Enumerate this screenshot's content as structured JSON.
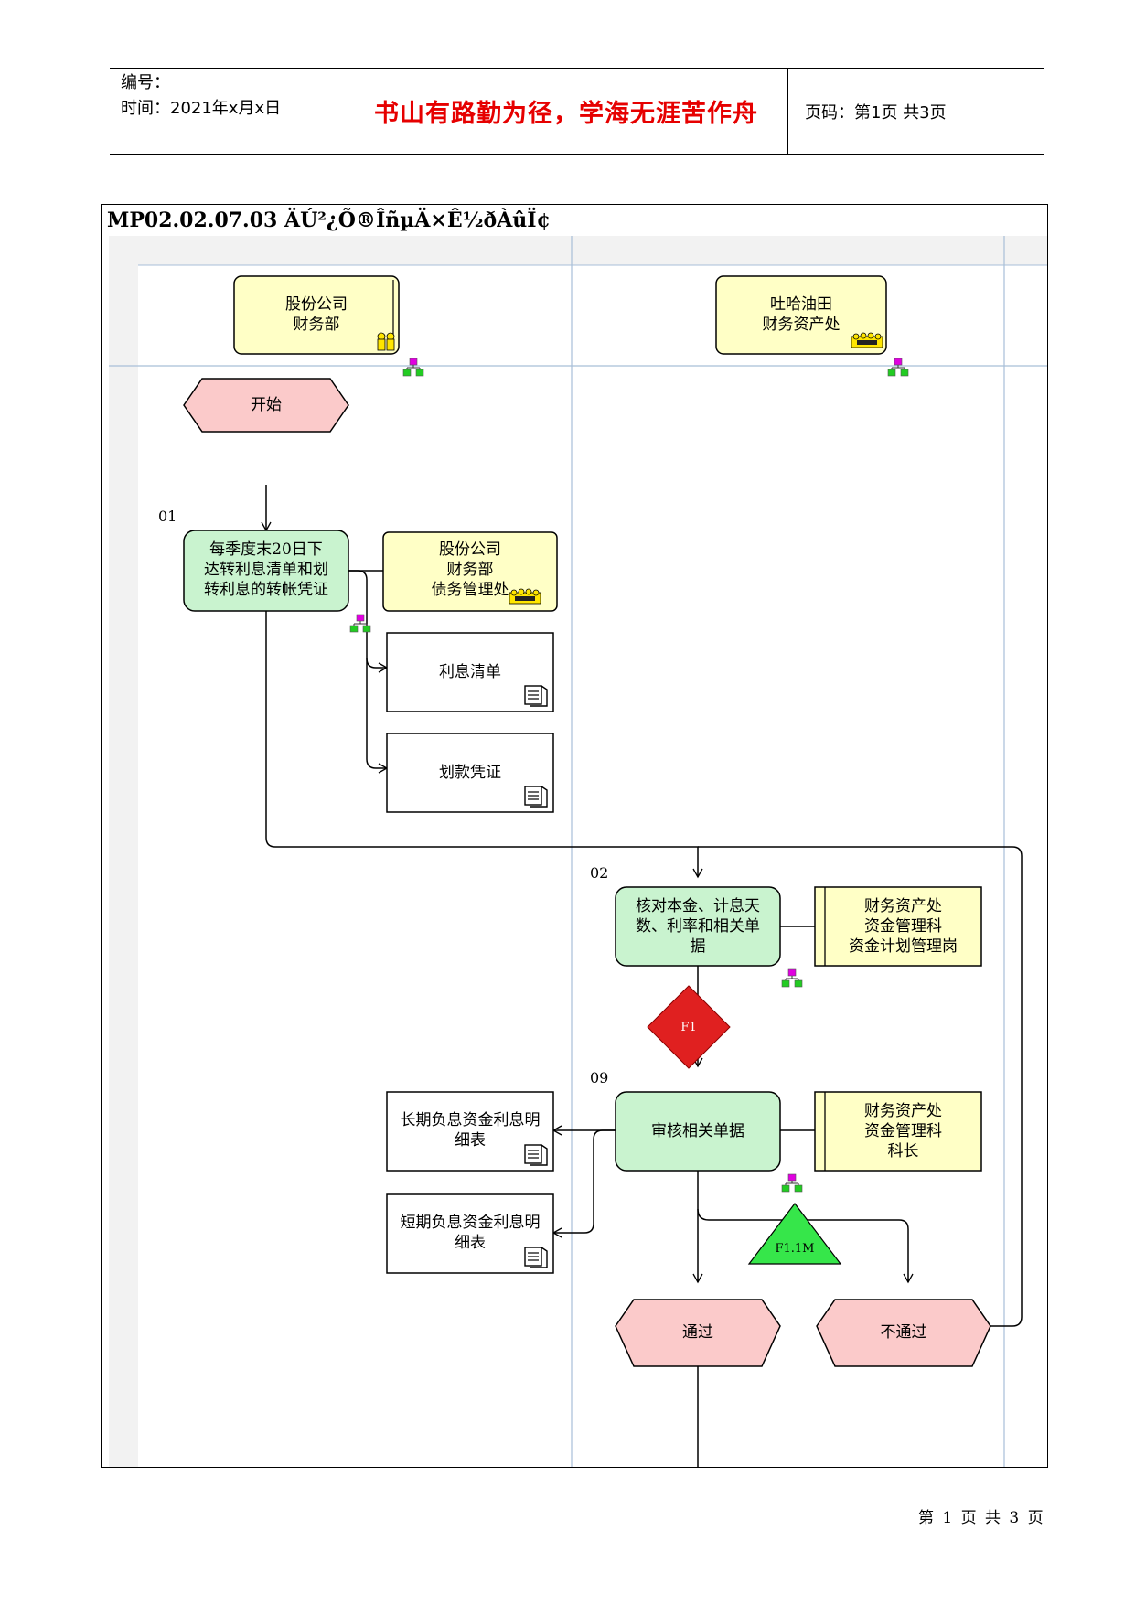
{
  "header": {
    "code_label": "编号：",
    "time_label": "时间：2021年x月x日",
    "motto": "书山有路勤为径，学海无涯苦作舟",
    "page_info": "页码：第1页  共3页"
  },
  "diagram": {
    "title": "MP02.02.07.03 ÄÚ²¿Õ®ÎñµÄ×Ê½ðÀûÏ¢",
    "lanes": [
      {
        "line1": "股份公司",
        "line2": "财务部"
      },
      {
        "line1": "吐哈油田",
        "line2": "财务资产处"
      }
    ],
    "start_event": "开始",
    "steps": [
      {
        "number": "01",
        "line1": "每季度末20日下",
        "line2": "达转利息清单和划",
        "line3": "转利息的转帐凭证",
        "role_line1": "股份公司",
        "role_line2": "财务部",
        "role_line3": "债务管理处"
      },
      {
        "number": "02",
        "line1": "核对本金、计息天",
        "line2": "数、利率和相关单",
        "line3": "据",
        "role_line1": "财务资产处",
        "role_line2": "资金管理科",
        "role_line3": "资金计划管理岗"
      },
      {
        "number": "09",
        "line1": "审核相关单据",
        "role_line1": "财务资产处",
        "role_line2": "资金管理科",
        "role_line3": "科长"
      }
    ],
    "documents": [
      {
        "line1": "利息清单",
        "line2": ""
      },
      {
        "line1": "划款凭证",
        "line2": ""
      },
      {
        "line1": "长期负息资金利息明",
        "line2": "细表"
      },
      {
        "line1": "短期负息资金利息明",
        "line2": "细表"
      }
    ],
    "risk_points": [
      "F1",
      "F1.1M"
    ],
    "end_events": [
      "通过",
      "不通过"
    ],
    "colors": {
      "event_fill": "#fbcaca",
      "function_fill": "#c9f3cf",
      "role_fill": "#ffffc6",
      "risk_red": "#e02020",
      "risk_green": "#36e64a",
      "lane_bg": "#f2f2f2"
    }
  },
  "footer": {
    "page_text": "第 1 页 共 3 页"
  }
}
